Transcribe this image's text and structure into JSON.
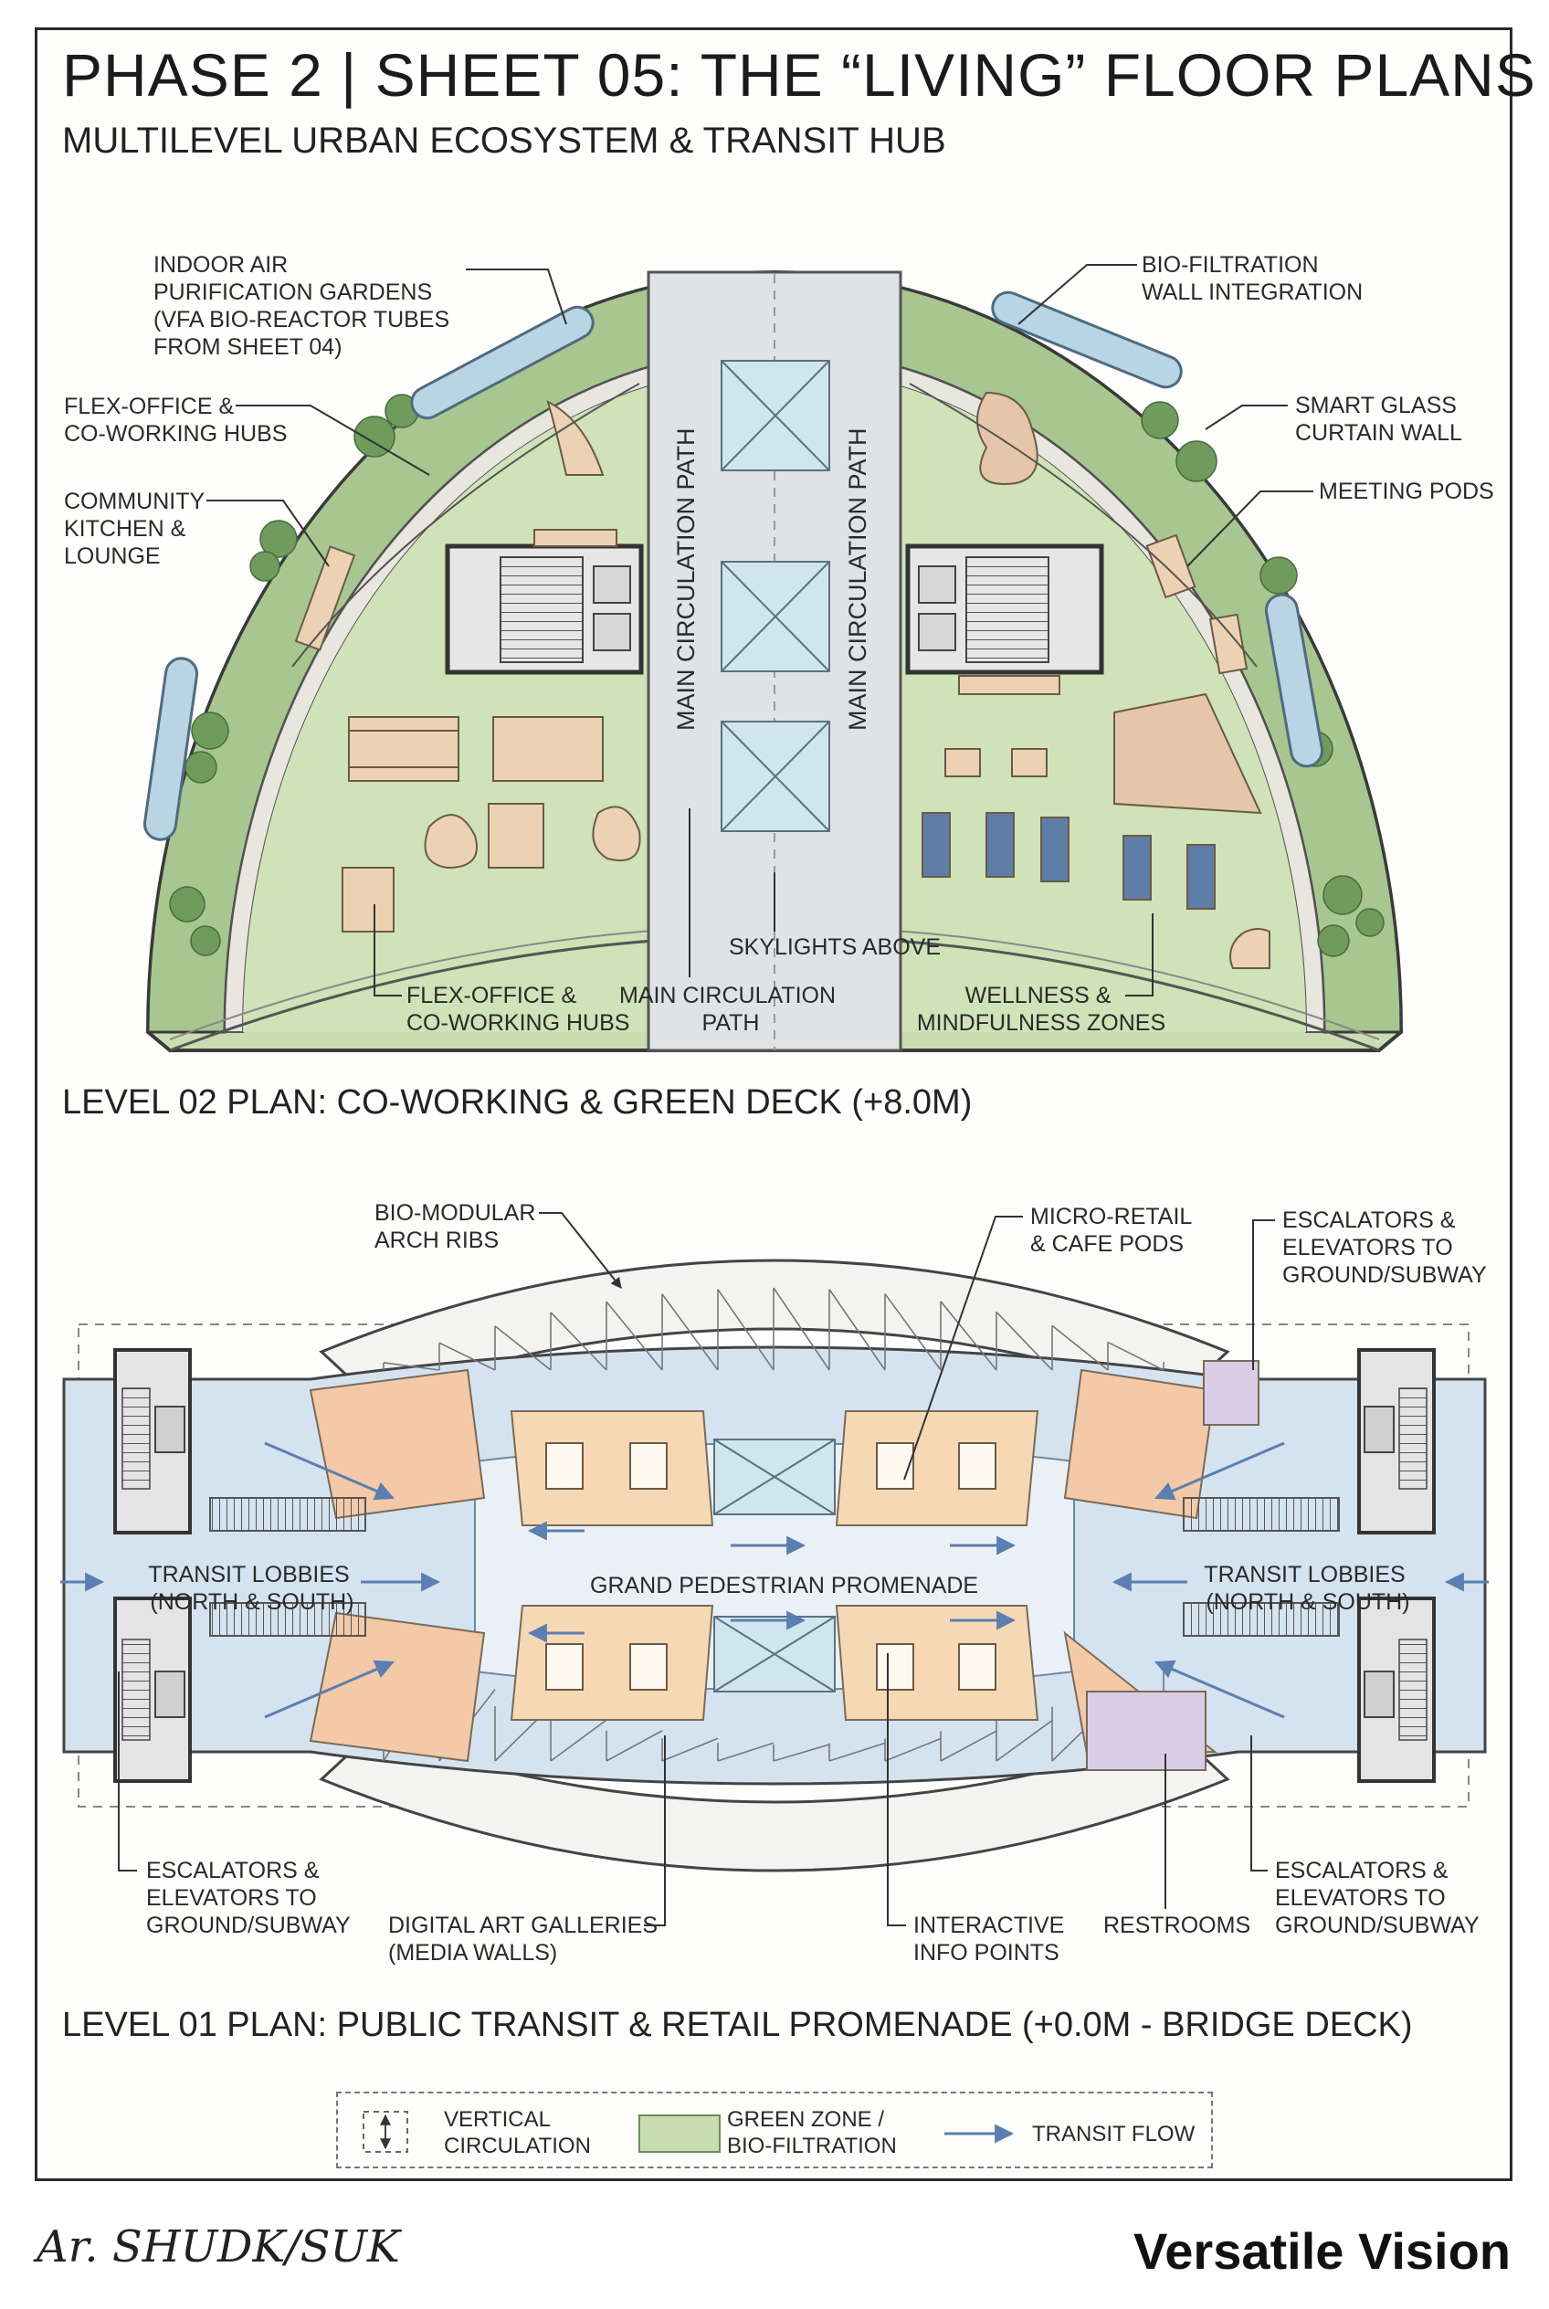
{
  "header": {
    "title": "PHASE 2 | SHEET 05: THE “LIVING” FLOOR PLANS",
    "subtitle": "MULTILEVEL URBAN ECOSYSTEM & TRANSIT HUB"
  },
  "level02": {
    "plan_title": "LEVEL 02 PLAN: CO-WORKING & GREEN DECK (+8.0M)",
    "labels": {
      "air_gardens": [
        "INDOOR AIR",
        "PURIFICATION GARDENS",
        "(VFA BIO-REACTOR TUBES",
        "FROM SHEET 04)"
      ],
      "flex_office_top": [
        "FLEX-OFFICE &",
        "CO-WORKING HUBS"
      ],
      "community_kitchen": [
        "COMMUNITY",
        "KITCHEN &",
        "LOUNGE"
      ],
      "bio_filtration_wall": [
        "BIO-FILTRATION",
        "WALL INTEGRATION"
      ],
      "smart_glass": [
        "SMART GLASS",
        "CURTAIN WALL"
      ],
      "meeting_pods": "MEETING PODS",
      "circulation_vertical": "MAIN CIRCULATION PATH",
      "skylights": "SKYLIGHTS ABOVE",
      "flex_office_bottom": [
        "FLEX-OFFICE &",
        "CO-WORKING HUBS"
      ],
      "main_circulation_bottom": [
        "MAIN CIRCULATION",
        "PATH"
      ],
      "wellness": [
        "WELLNESS &",
        "MINDFULNESS ZONES"
      ]
    }
  },
  "level01": {
    "plan_title": "LEVEL 01 PLAN: PUBLIC TRANSIT & RETAIL PROMENADE (+0.0M - BRIDGE DECK)",
    "labels": {
      "arch_ribs": [
        "BIO-MODULAR",
        "ARCH RIBS"
      ],
      "micro_retail": [
        "MICRO-RETAIL",
        "& CAFE PODS"
      ],
      "escalators_top_right": [
        "ESCALATORS &",
        "ELEVATORS TO",
        "GROUND/SUBWAY"
      ],
      "transit_left": [
        "TRANSIT LOBBIES",
        "(NORTH & SOUTH)"
      ],
      "promenade": "GRAND PEDESTRIAN PROMENADE",
      "transit_right": [
        "TRANSIT LOBBIES",
        "(NORTH & SOUTH)"
      ],
      "escalators_bottom_left": [
        "ESCALATORS &",
        "ELEVATORS TO",
        "GROUND/SUBWAY"
      ],
      "digital_art": [
        "DIGITAL ART GALLERIES",
        "(MEDIA WALLS)"
      ],
      "info_points": [
        "INTERACTIVE",
        "INFO POINTS"
      ],
      "restrooms": "RESTROOMS",
      "escalators_bottom_right": [
        "ESCALATORS &",
        "ELEVATORS TO",
        "GROUND/SUBWAY"
      ]
    }
  },
  "legend": {
    "vertical": [
      "VERTICAL",
      "CIRCULATION"
    ],
    "green": [
      "GREEN ZONE /",
      "BIO-FILTRATION"
    ],
    "flow": "TRANSIT FLOW"
  },
  "footer": {
    "signature": "Ar. SHUDK/SUK",
    "brand": "Versatile Vision"
  },
  "colors": {
    "green_zone": "#c9ddb0",
    "garden_green": "#8fb27a",
    "circulation": "#dfe3e6",
    "skylight": "#cfe6ee",
    "lobby_blue": "#cfe0ee",
    "retail_orange": "#f3c9a8",
    "retail_peach": "#f6d9b4",
    "restroom_purple": "#d9cde6",
    "flow_arrow": "#5b7fb0",
    "wellness_tan": "#ead2bd"
  }
}
